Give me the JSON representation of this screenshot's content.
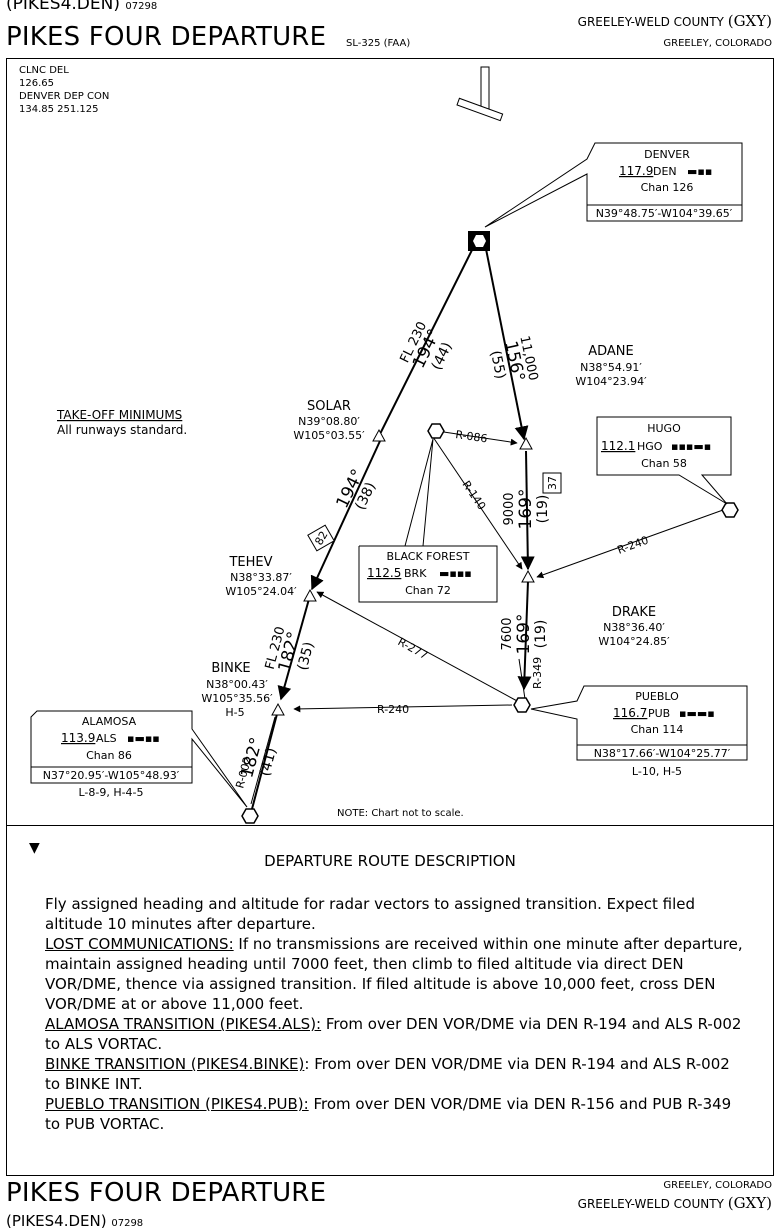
{
  "header": {
    "top_ident": "(PIKES4.DEN)",
    "top_amdt": "07298",
    "title": "PIKES FOUR DEPARTURE",
    "sl": "SL-325 (FAA)",
    "airport": "GREELEY-WELD COUNTY",
    "airport_id": "(GXY)",
    "city": "GREELEY, COLORADO"
  },
  "comms": {
    "clnc_label": "CLNC DEL",
    "clnc_freq": "126.65",
    "dep_label": "DENVER DEP CON",
    "dep_freqs": "134.85  251.125"
  },
  "takeoff": {
    "title": "TAKE-OFF MINIMUMS",
    "text": "All runways standard."
  },
  "navaids": {
    "denver": {
      "name": "DENVER",
      "freq": "117.9",
      "ident": "DEN",
      "chan": "Chan 126",
      "coords": "N39°48.75′-W104°39.65′"
    },
    "hugo": {
      "name": "HUGO",
      "freq": "112.1",
      "ident": "HGO",
      "chan": "Chan 58"
    },
    "black_forest": {
      "name": "BLACK FOREST",
      "freq": "112.5",
      "ident": "BRK",
      "chan": "Chan 72"
    },
    "pueblo": {
      "name": "PUEBLO",
      "freq": "116.7",
      "ident": "PUB",
      "chan": "Chan 114",
      "coords": "N38°17.66′-W104°25.77′",
      "charts": "L-10, H-5"
    },
    "alamosa": {
      "name": "ALAMOSA",
      "freq": "113.9",
      "ident": "ALS",
      "chan": "Chan 86",
      "coords": "N37°20.95′-W105°48.93′",
      "charts": "L-8-9, H-4-5"
    }
  },
  "fixes": {
    "solar": {
      "name": "SOLAR",
      "lat": "N39°08.80′",
      "lon": "W105°03.55′"
    },
    "adane": {
      "name": "ADANE",
      "lat": "N38°54.91′",
      "lon": "W104°23.94′"
    },
    "tehev": {
      "name": "TEHEV",
      "lat": "N38°33.87′",
      "lon": "W105°24.04′"
    },
    "drake": {
      "name": "DRAKE",
      "lat": "N38°36.40′",
      "lon": "W104°24.85′"
    },
    "binke": {
      "name": "BINKE",
      "lat": "N38°00.43′",
      "lon": "W105°35.56′",
      "charts": "H-5"
    }
  },
  "routes": {
    "fl230_a": "FL 230",
    "c194_a": "194°",
    "d44": "(44)",
    "c194_b": "194°",
    "d38": "(38)",
    "fl230_b": "FL 230",
    "c182_a": "182°",
    "d35": "(35)",
    "c182_b": "182°",
    "d41": "(41)",
    "alt11000": "11,000",
    "c156": "156°",
    "d55": "(55)",
    "alt9000": "9000",
    "c169_a": "169°",
    "d19_a": "(19)",
    "alt7600": "7600",
    "c169_b": "169°",
    "d19_b": "(19)",
    "r086": "R-086",
    "r140": "R-140",
    "r240_hugo": "R-240",
    "r277": "R-277",
    "r240_pub": "R-240",
    "r349": "R-349",
    "r002": "R-002",
    "mea37": "37",
    "mea82": "82"
  },
  "note": "NOTE: Chart not to scale.",
  "description": {
    "title": "DEPARTURE ROUTE DESCRIPTION",
    "p1": "Fly assigned heading and altitude for radar vectors to assigned transition.  Expect filed altitude 10 minutes after departure.",
    "lost_label": "LOST COMMUNICATIONS:",
    "lost_text": " If no transmissions are received within one minute after departure, maintain assigned heading until 7000 feet, then climb to filed altitude via direct DEN VOR/DME, thence via assigned transition.  If filed altitude is above 10,000 feet, cross DEN VOR/DME at or above 11,000 feet.",
    "als_label": "ALAMOSA TRANSITION (PIKES4.ALS):",
    "als_text": " From over DEN VOR/DME via DEN R-194 and ALS R-002 to ALS VORTAC.",
    "binke_label": "BINKE TRANSITION (PIKES4.BINKE)",
    "binke_text": ":  From over DEN VOR/DME via DEN R-194 and ALS R-002 to BINKE INT.",
    "pub_label": "PUEBLO TRANSITION (PIKES4.PUB):",
    "pub_text": " From over DEN VOR/DME via DEN R-156 and PUB R-349 to PUB VORTAC."
  },
  "footer": {
    "title": "PIKES FOUR DEPARTURE",
    "city": "GREELEY, COLORADO",
    "airport": "GREELEY-WELD COUNTY",
    "airport_id": "(GXY)",
    "ident": "(PIKES4.DEN)",
    "amdt": "07298"
  }
}
